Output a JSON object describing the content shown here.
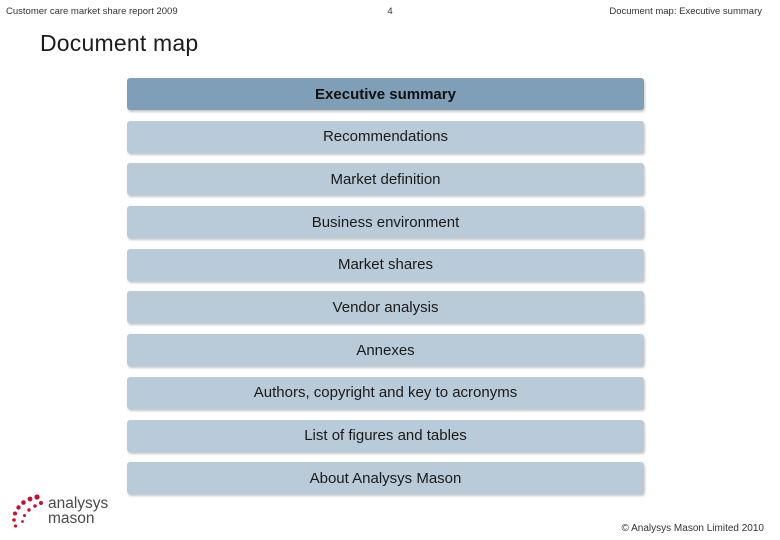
{
  "header": {
    "left": "Customer care market share report 2009",
    "page_number": "4",
    "right": "Document map: Executive summary"
  },
  "page_title": "Document map",
  "document_map": {
    "items": [
      {
        "label": "Executive summary",
        "active": true
      },
      {
        "label": "Recommendations",
        "active": false
      },
      {
        "label": "Market definition",
        "active": false
      },
      {
        "label": "Business environment",
        "active": false
      },
      {
        "label": "Market shares",
        "active": false
      },
      {
        "label": "Vendor analysis",
        "active": false
      },
      {
        "label": "Annexes",
        "active": false
      },
      {
        "label": "Authors, copyright and key to acronyms",
        "active": false
      },
      {
        "label": "List of figures and tables",
        "active": false
      },
      {
        "label": "About Analysys Mason",
        "active": false
      }
    ]
  },
  "logo": {
    "line1": "analysys",
    "line2": "mason",
    "icon": "dot-arc-logo-icon",
    "color": "#c8102e"
  },
  "footer": {
    "copyright": "© Analysys Mason Limited 2010"
  },
  "colors": {
    "item_bg": "#b9cbd8",
    "active_item_bg": "#7e9fb7"
  }
}
